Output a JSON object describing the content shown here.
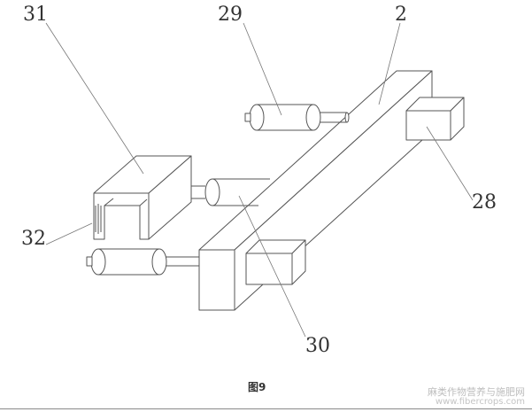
{
  "labels": {
    "n31": "31",
    "n29": "29",
    "n2": "2",
    "n28": "28",
    "n32": "32",
    "n30": "30"
  },
  "caption": "图9",
  "watermark": {
    "text": "麻类作物营养与施肥网",
    "url": "www.fibercrops.com"
  },
  "colors": {
    "line": "#555555",
    "text": "#333333",
    "watermark": "#bdbdbd"
  }
}
